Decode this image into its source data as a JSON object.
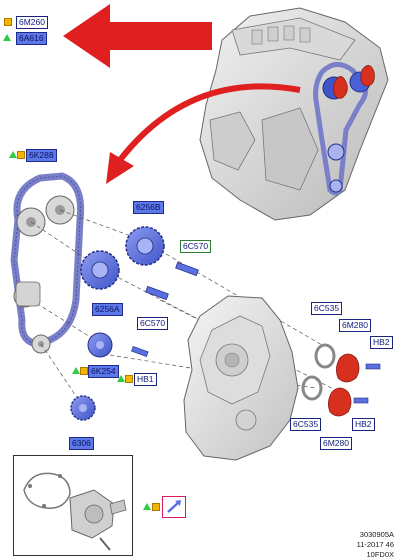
{
  "labels": {
    "top_6m260": "6M260",
    "top_6a616": "6A616",
    "p_6k288": "6K288",
    "p_6256b": "6256B",
    "p_6256a": "6256A",
    "p_6c570_a": "6C570",
    "p_6c570_b": "6C570",
    "p_6c535_a": "6C535",
    "p_6m280_a": "6M280",
    "p_hb2_a": "HB2",
    "p_6k254": "6K254",
    "p_hb1": "HB1",
    "p_6c535_b": "6C535",
    "p_hb2_b": "HB2",
    "p_6m280_b": "6M280",
    "p_6306": "6306"
  },
  "footer": {
    "line1": "3030905A",
    "line2": "11-2017 46",
    "line3": "10FD0X"
  },
  "colors": {
    "label_blue": "#5d78e8",
    "label_border": "#1a237e",
    "marker_square": "#f4b400",
    "marker_triangle": "#2ecc40",
    "arrow_red": "#e02020",
    "belt": "#7a80c8",
    "component_red": "#d8301e"
  },
  "icons": {
    "link_icon": "pencil-arrow-icon"
  }
}
